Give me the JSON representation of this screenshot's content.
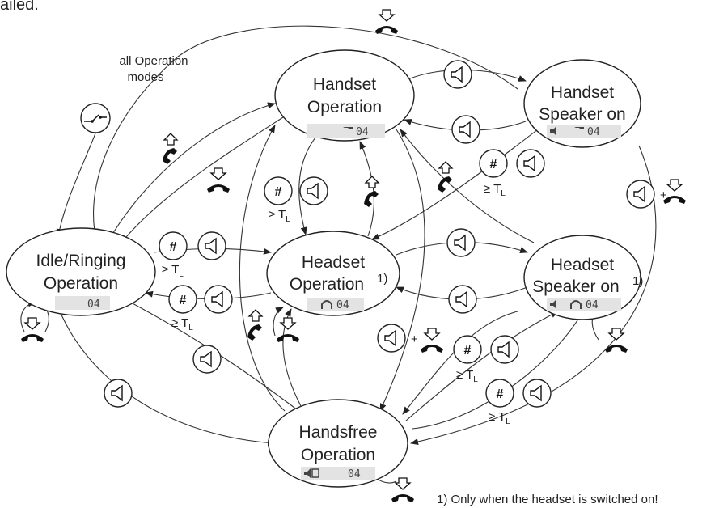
{
  "header": {
    "cut_text": "ailed."
  },
  "all_modes": {
    "line1": "all Operation",
    "line2": "modes"
  },
  "states": {
    "handset": {
      "line1": "Handset",
      "line2": "Operation",
      "display": "04"
    },
    "handset_speaker": {
      "line1": "Handset",
      "line2": "Speaker on",
      "display": "04"
    },
    "idle": {
      "line1": "Idle/Ringing",
      "line2": "Operation",
      "display": "04"
    },
    "headset": {
      "line1": "Headset",
      "line2": "Operation",
      "sup": "1)",
      "display": "04"
    },
    "headset_speaker": {
      "line1": "Headset",
      "line2": "Speaker on",
      "sup": "1)",
      "display": "04"
    },
    "handsfree": {
      "line1": "Handsfree",
      "line2": "Operation",
      "display": "04"
    }
  },
  "keys": {
    "hash": "#",
    "plus": "+",
    "geq": "≥ T",
    "sub": "L"
  },
  "footnote": "1) Only when the headset is switched on!",
  "icons": [
    "handset-down-icon",
    "handset-up-icon",
    "speaker-key-icon",
    "hash-key-icon",
    "headset-icon",
    "switch-icon"
  ]
}
